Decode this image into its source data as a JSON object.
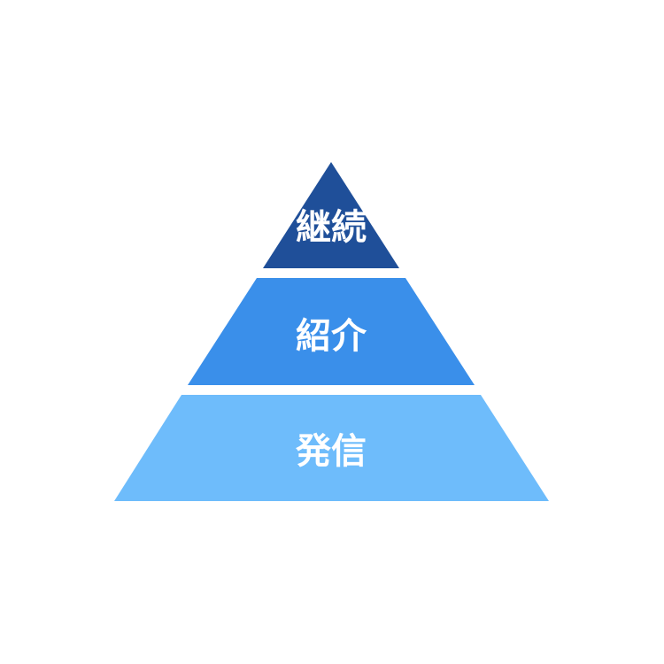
{
  "pyramid": {
    "tiers": [
      {
        "label": "継続",
        "color": "#1f4f99"
      },
      {
        "label": "紹介",
        "color": "#3a8fea"
      },
      {
        "label": "発信",
        "color": "#6ebcfb"
      }
    ]
  }
}
